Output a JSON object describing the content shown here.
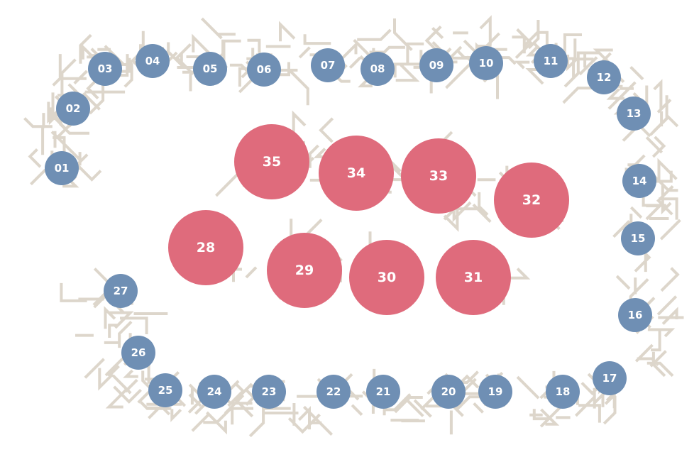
{
  "colors": {
    "background": "#ffffff",
    "branch": "#ddd6cb",
    "small_node": "#6f8fb4",
    "large_node": "#df6b7c",
    "label": "#ffffff"
  },
  "nodes": [
    {
      "id": "01",
      "label": "01",
      "kind": "small"
    },
    {
      "id": "02",
      "label": "02",
      "kind": "small"
    },
    {
      "id": "03",
      "label": "03",
      "kind": "small"
    },
    {
      "id": "04",
      "label": "04",
      "kind": "small"
    },
    {
      "id": "05",
      "label": "05",
      "kind": "small"
    },
    {
      "id": "06",
      "label": "06",
      "kind": "small"
    },
    {
      "id": "07",
      "label": "07",
      "kind": "small"
    },
    {
      "id": "08",
      "label": "08",
      "kind": "small"
    },
    {
      "id": "09",
      "label": "09",
      "kind": "small"
    },
    {
      "id": "10",
      "label": "10",
      "kind": "small"
    },
    {
      "id": "11",
      "label": "11",
      "kind": "small"
    },
    {
      "id": "12",
      "label": "12",
      "kind": "small"
    },
    {
      "id": "13",
      "label": "13",
      "kind": "small"
    },
    {
      "id": "14",
      "label": "14",
      "kind": "small"
    },
    {
      "id": "15",
      "label": "15",
      "kind": "small"
    },
    {
      "id": "16",
      "label": "16",
      "kind": "small"
    },
    {
      "id": "17",
      "label": "17",
      "kind": "small"
    },
    {
      "id": "18",
      "label": "18",
      "kind": "small"
    },
    {
      "id": "19",
      "label": "19",
      "kind": "small"
    },
    {
      "id": "20",
      "label": "20",
      "kind": "small"
    },
    {
      "id": "21",
      "label": "21",
      "kind": "small"
    },
    {
      "id": "22",
      "label": "22",
      "kind": "small"
    },
    {
      "id": "23",
      "label": "23",
      "kind": "small"
    },
    {
      "id": "24",
      "label": "24",
      "kind": "small"
    },
    {
      "id": "25",
      "label": "25",
      "kind": "small"
    },
    {
      "id": "26",
      "label": "26",
      "kind": "small"
    },
    {
      "id": "27",
      "label": "27",
      "kind": "small"
    },
    {
      "id": "28",
      "label": "28",
      "kind": "large"
    },
    {
      "id": "29",
      "label": "29",
      "kind": "large"
    },
    {
      "id": "30",
      "label": "30",
      "kind": "large"
    },
    {
      "id": "31",
      "label": "31",
      "kind": "large"
    },
    {
      "id": "32",
      "label": "32",
      "kind": "large"
    },
    {
      "id": "33",
      "label": "33",
      "kind": "large"
    },
    {
      "id": "34",
      "label": "34",
      "kind": "large"
    },
    {
      "id": "35",
      "label": "35",
      "kind": "large"
    }
  ]
}
